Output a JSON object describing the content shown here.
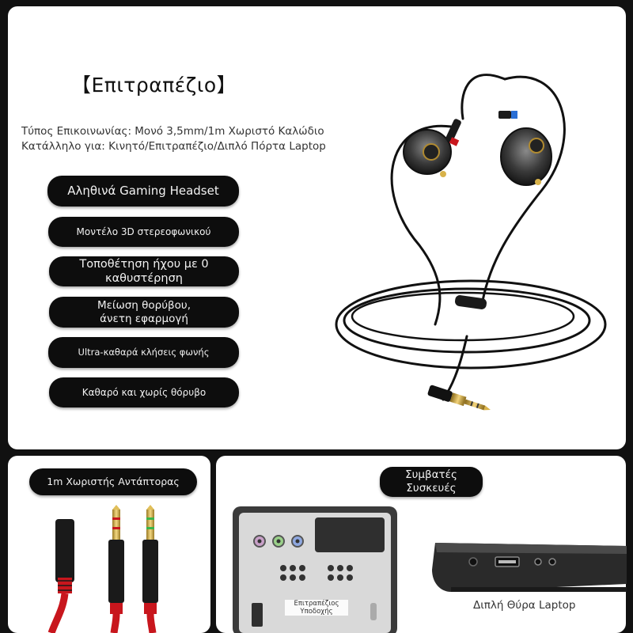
{
  "header": {
    "title": "【Επιτραπέζιο】",
    "spec_line_1": "Τύπος Επικοινωνίας: Μονό 3,5mm/1m Χωριστό Καλώδιο",
    "spec_line_2": "Κατάλληλο για: Κινητό/Επιτραπέζιο/Διπλό Πόρτα Laptop"
  },
  "features": [
    "Αληθινά Gaming Headset",
    "Μοντέλο 3D στερεοφωνικού",
    "Τοποθέτηση ήχου με 0\nκαθυστέρηση",
    "Μείωση θορύβου,\nάνετη εφαρμογή",
    "Ultra-καθαρά κλήσεις φωνής",
    "Καθαρό και χωρίς θόρυβο"
  ],
  "adapter": {
    "label": "1m Χωριστής Αντάπτορας"
  },
  "devices": {
    "label": "Συμβατές\nΣυσκευές",
    "pc_caption": "Επιτραπέζιος\nΥποδοχής",
    "laptop_caption": "Διπλή Θύρα Laptop"
  },
  "colors": {
    "pill_background": "#0d0d0d",
    "page_background": "#111111",
    "panel_background": "#ffffff",
    "cable_red": "#c8161d",
    "plug_gold": "#d4a23a"
  },
  "icons": [
    "headset-image",
    "adapter-cable-image",
    "desktop-pc-image",
    "laptop-image"
  ]
}
